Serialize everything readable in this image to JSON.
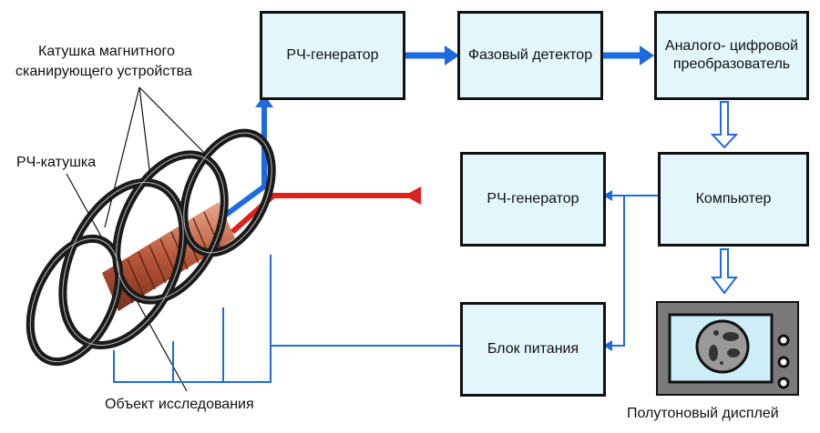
{
  "blocks": {
    "rf_gen_top": "РЧ-генератор",
    "phase_detector": "Фазовый детектор",
    "adc": "Аналого- цифровой преобразователь",
    "rf_gen_mid": "РЧ-генератор",
    "computer": "Компьютер",
    "power": "Блок питания"
  },
  "labels": {
    "magnet_coil_1": "Катушка магнитного",
    "magnet_coil_2": "сканирующего устройства",
    "rf_coil": "РЧ-катушка",
    "object": "Объект исследования",
    "display": "Полутоновый дисплей"
  },
  "colors": {
    "signal_blue": "#1e6be0",
    "rf_red": "#e0201e",
    "block_fill": "#e3f6fb",
    "display_frame": "#7a7a7a"
  }
}
